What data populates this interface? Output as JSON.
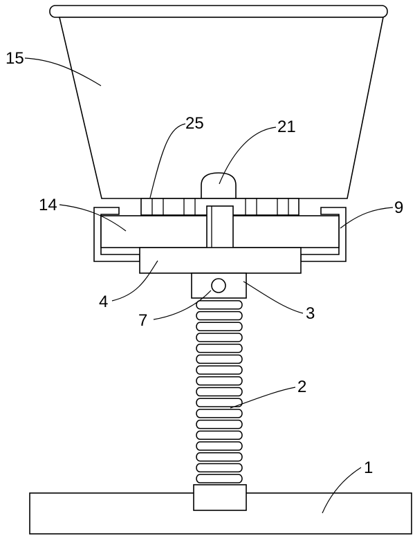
{
  "colors": {
    "line": "#000000",
    "background": "#ffffff"
  },
  "labels": {
    "l1": "1",
    "l2": "2",
    "l3": "3",
    "l4": "4",
    "l7": "7",
    "l9": "9",
    "l14": "14",
    "l15": "15",
    "l21": "21",
    "l25": "25"
  },
  "spring": {
    "coils": 17
  }
}
